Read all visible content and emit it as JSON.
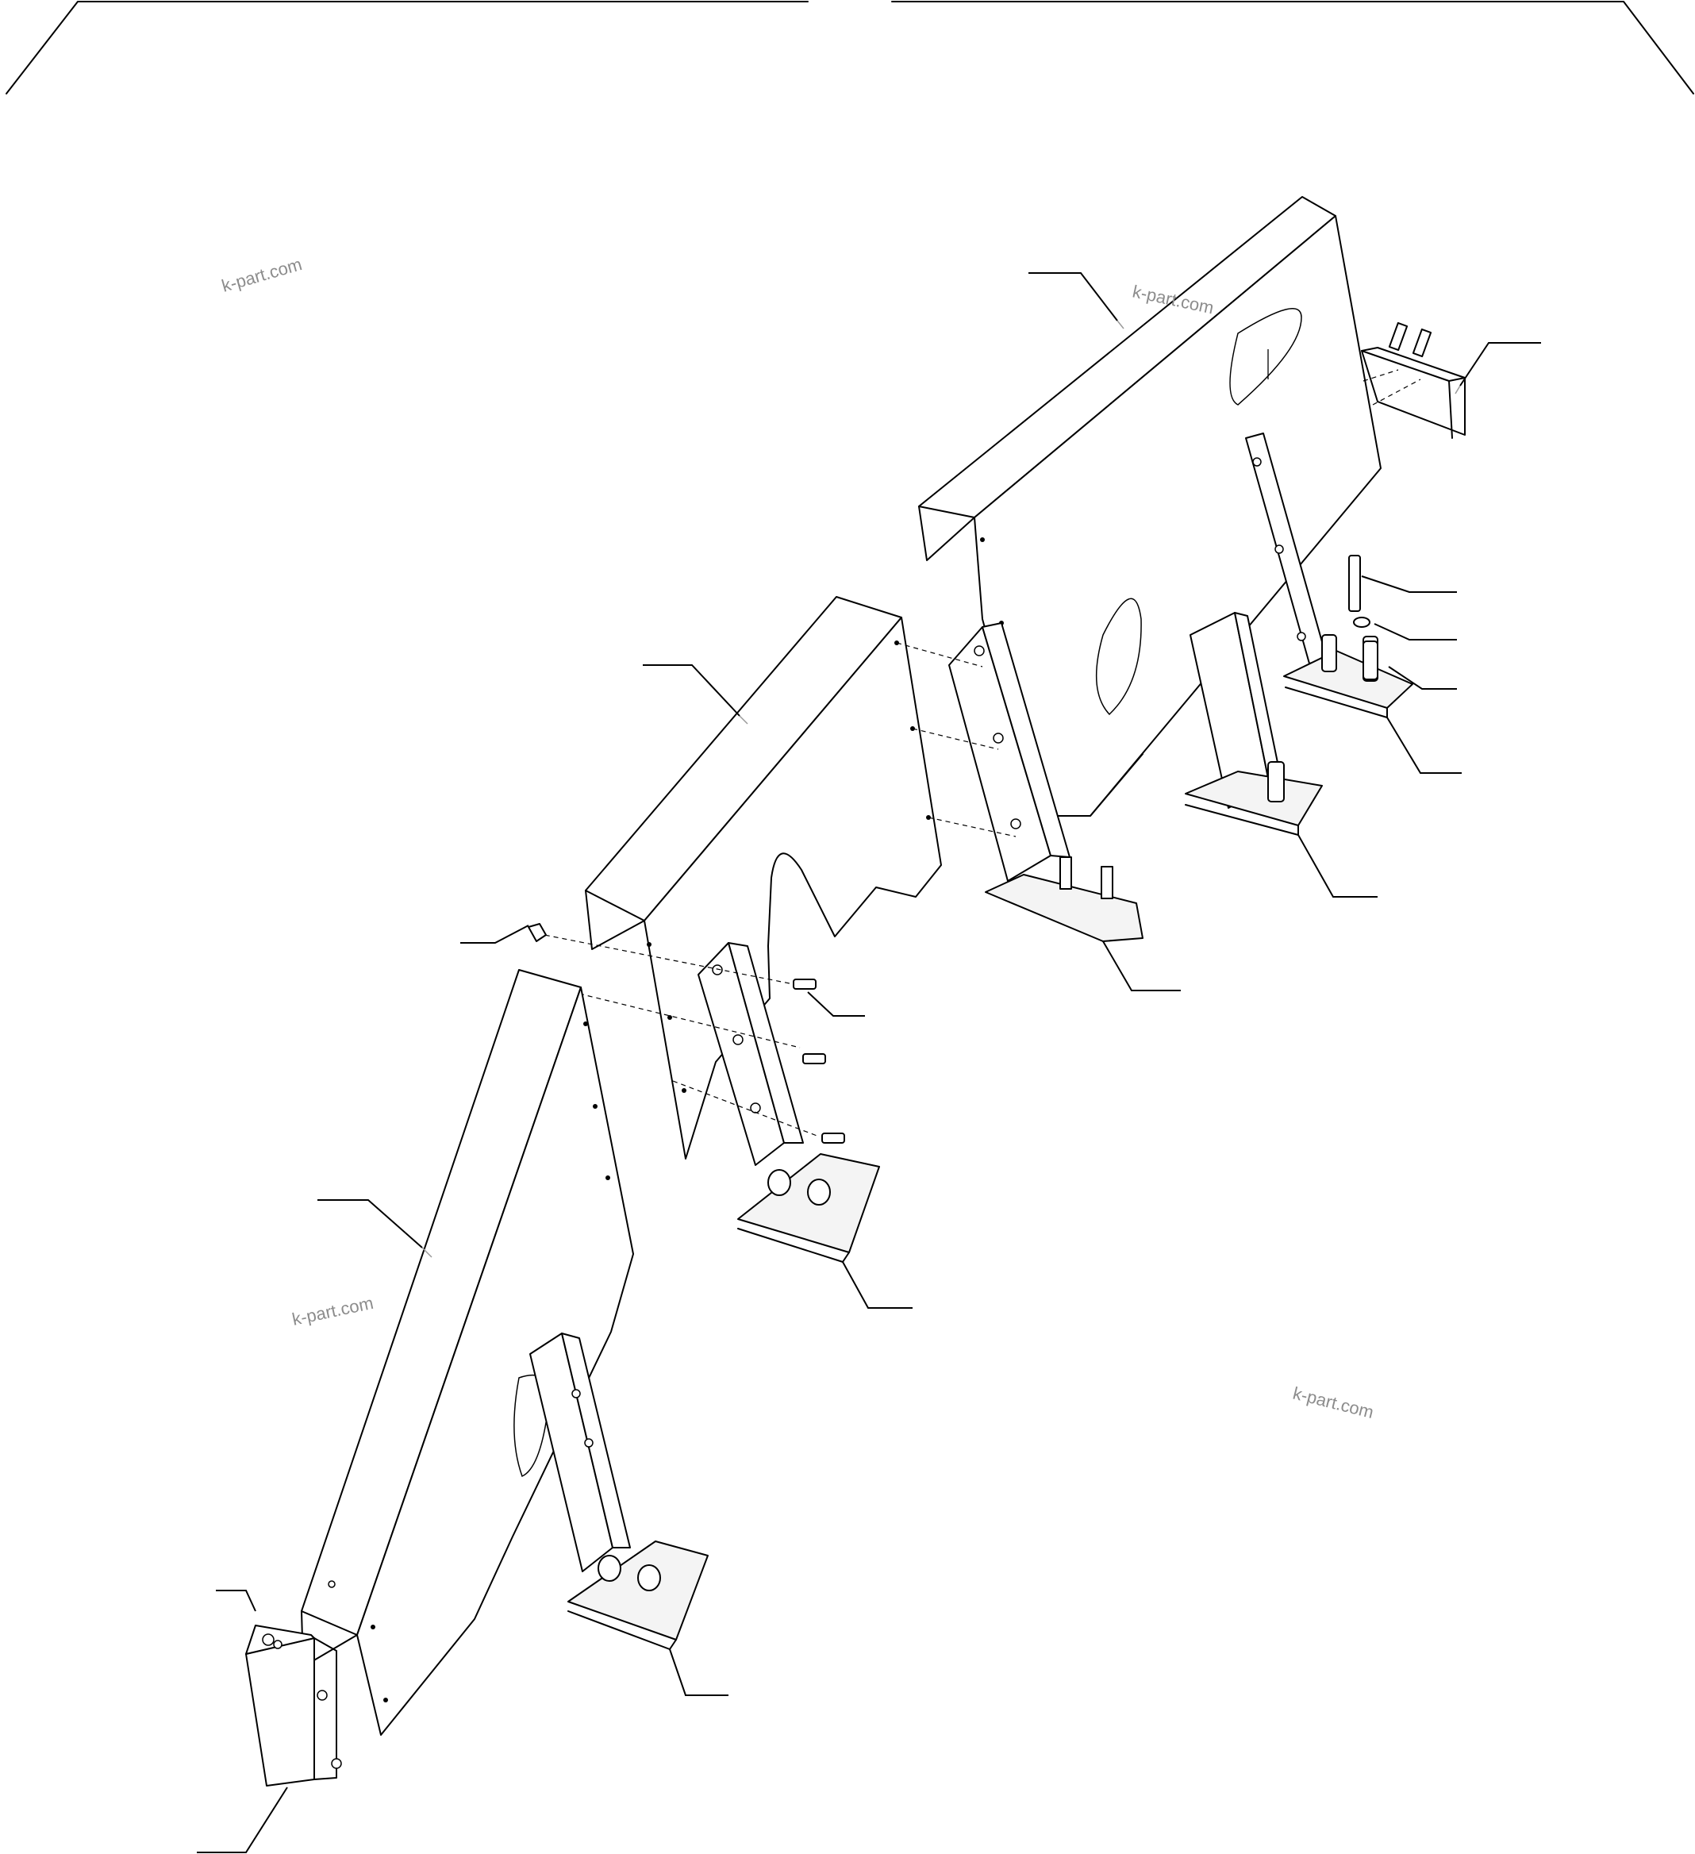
{
  "watermarks": [
    "k-part.com",
    "k-part.com",
    "k-part.com",
    "k-part.com"
  ],
  "colors": {
    "line": "#000000",
    "watermark": "#8c8c8c",
    "background": "#ffffff"
  }
}
